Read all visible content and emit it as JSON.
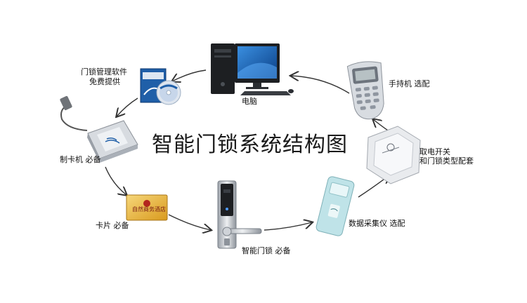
{
  "title": "智能门锁系统结构图",
  "nodes": {
    "computer": {
      "label": "电脑",
      "icon": "desktop-computer-icon"
    },
    "software": {
      "label_line1": "门锁管理软件",
      "label_line2": "免费提供",
      "icon": "software-cd-icon"
    },
    "encoder": {
      "label": "制卡机  必备",
      "icon": "card-encoder-icon"
    },
    "card": {
      "label": "卡片  必备",
      "card_text": "自然商务酒店",
      "icon": "key-card-icon"
    },
    "lock": {
      "label": "智能门锁  必备",
      "icon": "door-lock-icon"
    },
    "collector": {
      "label": "数据采集仪  选配",
      "icon": "data-collector-icon"
    },
    "switch": {
      "label_line1": "取电开关",
      "label_line2": "和门锁类型配套",
      "icon": "power-switch-icon"
    },
    "handheld": {
      "label": "手持机  选配",
      "icon": "handheld-terminal-icon"
    }
  },
  "colors": {
    "accent_blue": "#1f5fa8",
    "metal": "#c9ccd1",
    "dark": "#1d1f22",
    "card_gold": "#e8b93a"
  }
}
